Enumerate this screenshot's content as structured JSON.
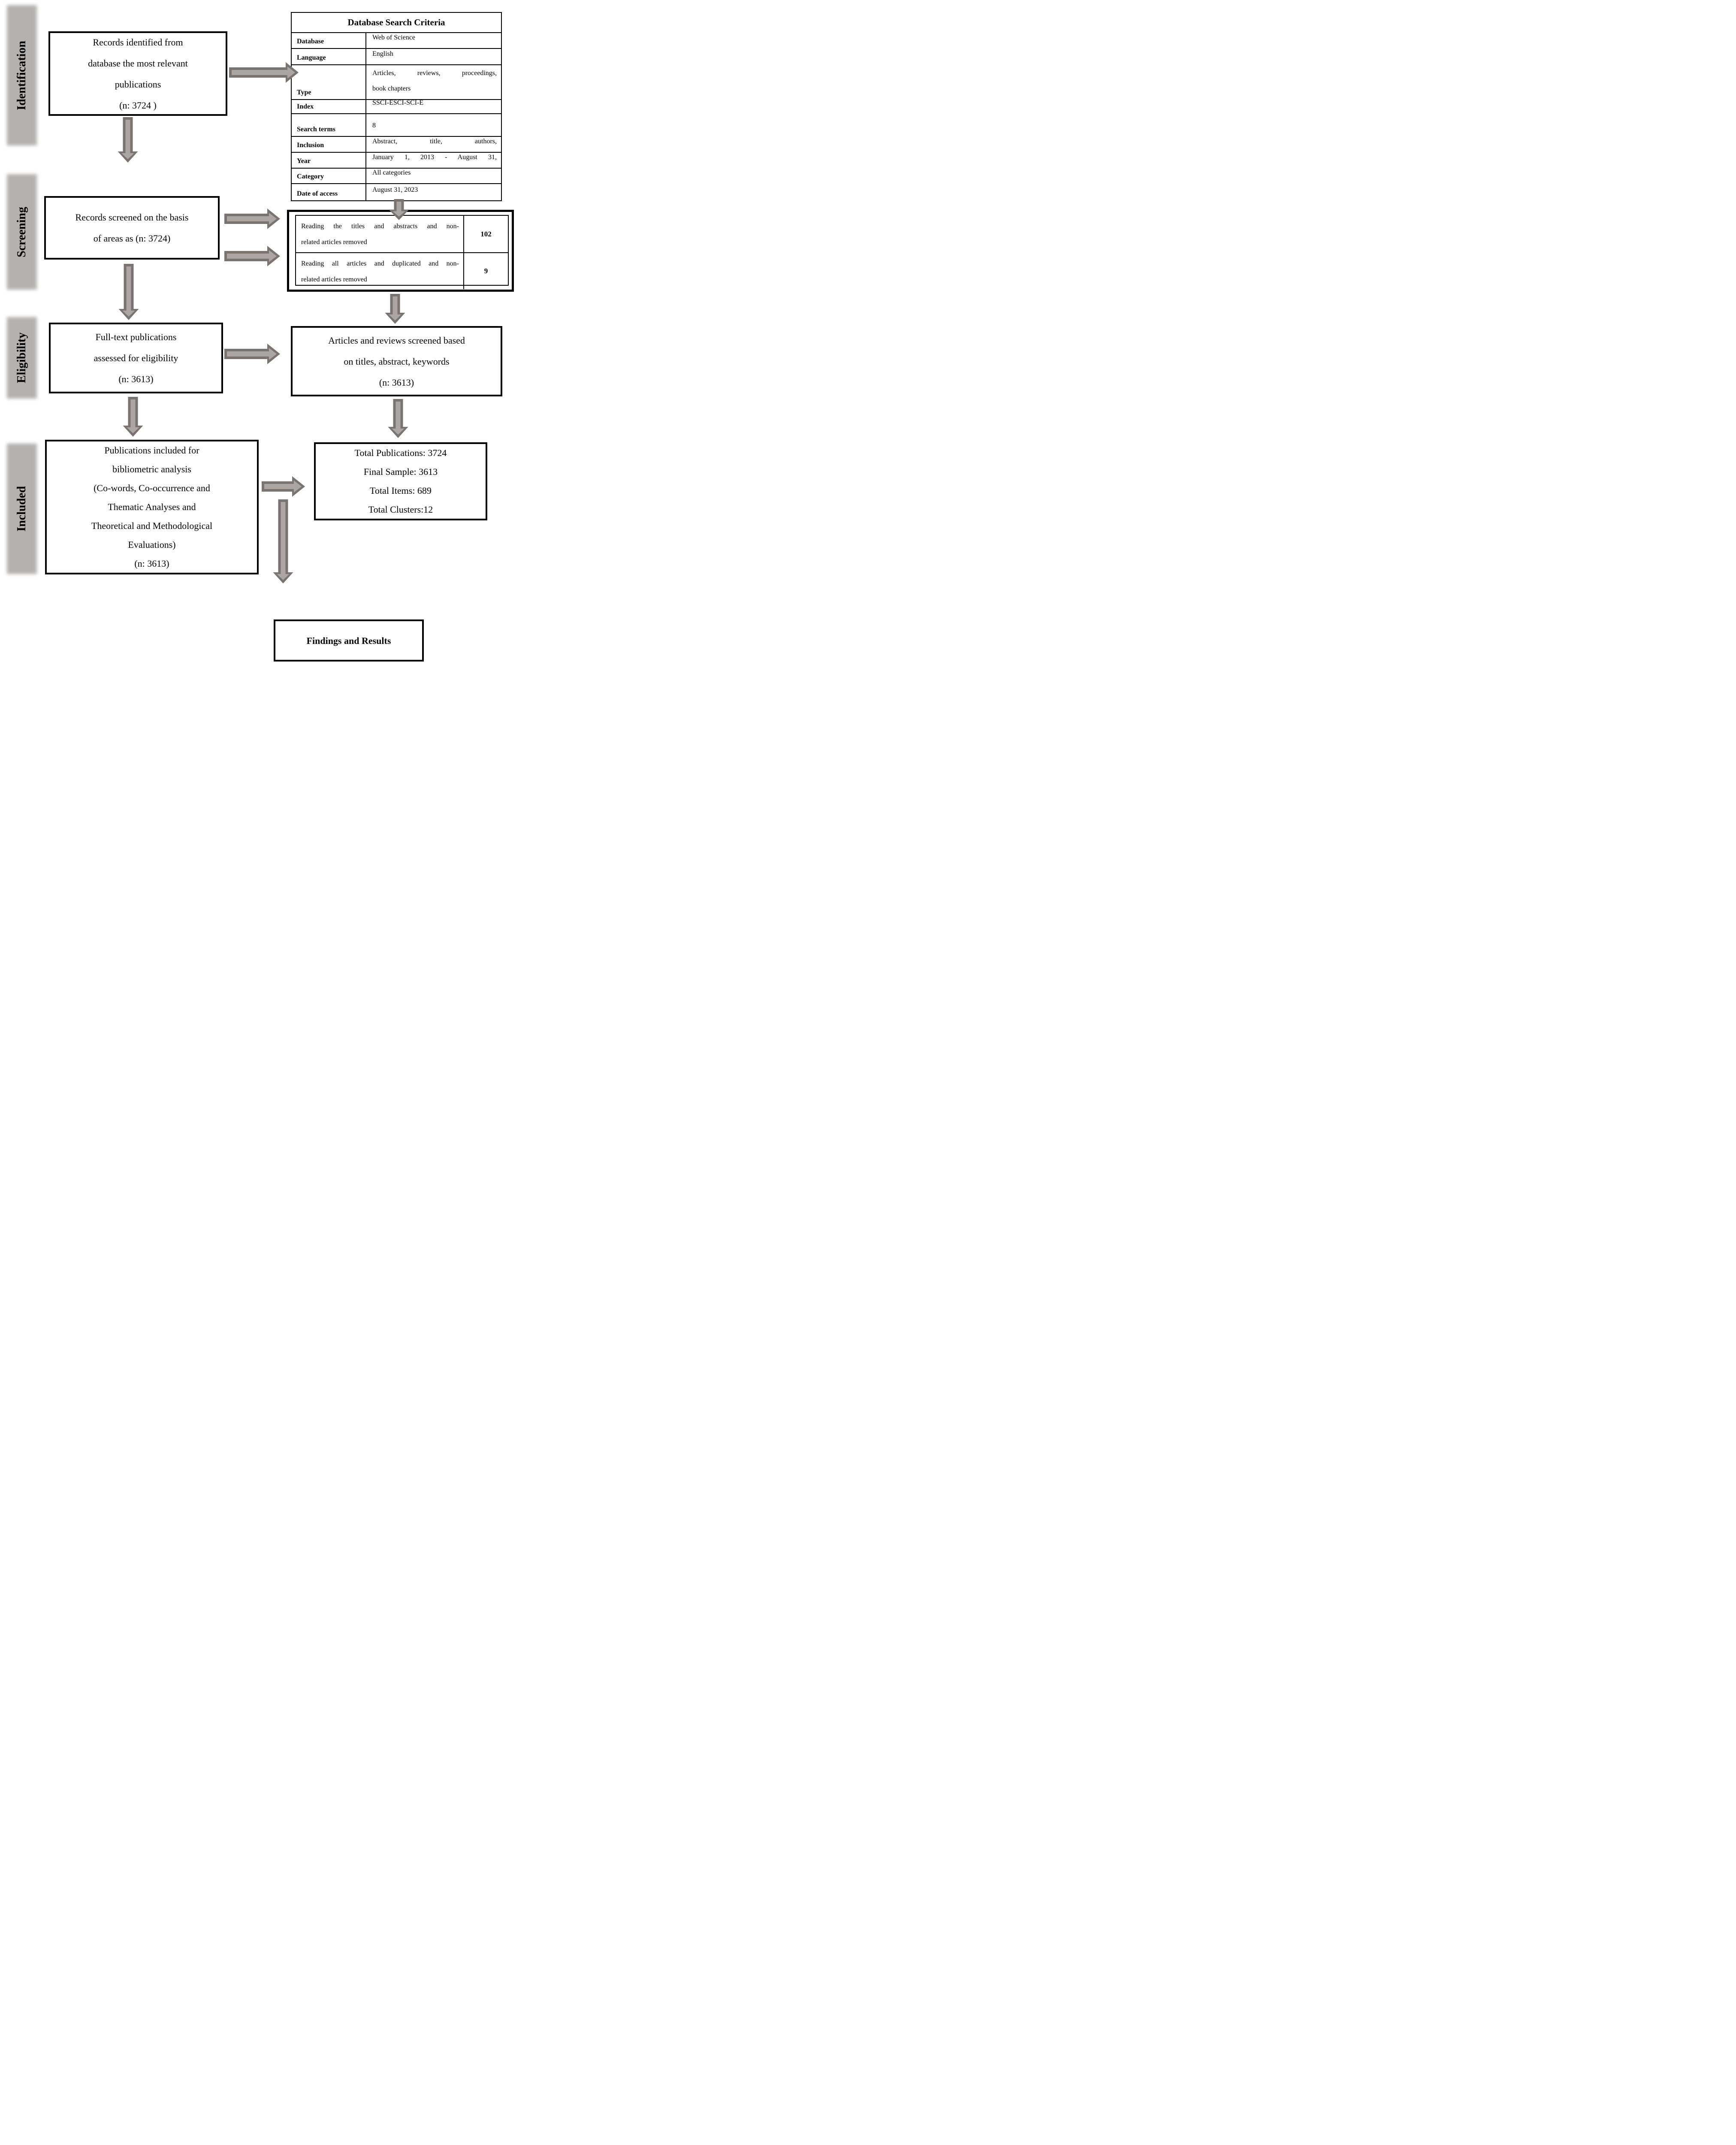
{
  "stages": [
    {
      "label": "Identification"
    },
    {
      "label": "Screening"
    },
    {
      "label": "Eligibility"
    },
    {
      "label": "Included"
    }
  ],
  "boxes": {
    "records_identified": {
      "lines": [
        "Records identified from",
        "database the most relevant",
        "publications",
        "(n: 3724 )"
      ]
    },
    "records_screened": {
      "lines": [
        "Records screened on the basis",
        "of areas as (n: 3724)"
      ]
    },
    "full_text": {
      "lines": [
        "Full-text publications",
        "assessed for eligibility",
        "(n: 3613)"
      ]
    },
    "articles_reviews": {
      "lines": [
        "Articles and reviews screened based",
        "on titles, abstract, keywords",
        "(n: 3613)"
      ]
    },
    "included_publications": {
      "lines": [
        "Publications included for",
        "bibliometric analysis",
        "(Co-words, Co-occurrence and",
        "Thematic Analyses and",
        "Theoretical and Methodological",
        "Evaluations)",
        "(n: 3613)"
      ]
    },
    "totals": {
      "lines": [
        "Total Publications: 3724",
        "Final Sample: 3613",
        "Total Items: 689",
        "Total Clusters:12"
      ]
    },
    "findings": {
      "title": "Findings and Results"
    }
  },
  "criteria_table": {
    "title": "Database Search Criteria",
    "rows": [
      {
        "label": "Database",
        "value": "Web of Science"
      },
      {
        "label": "Language",
        "value": "English"
      },
      {
        "label": "Type",
        "value_line1": "Articles, reviews, proceedings,",
        "value_line2": "book chapters"
      },
      {
        "label": "Index",
        "value": "SSCI-ESCI-SCI-E"
      },
      {
        "label": "Search terms",
        "value": "8"
      },
      {
        "label": "Inclusion",
        "value": "Abstract, title, authors,"
      },
      {
        "label": "Year",
        "value": "January 1, 2013 - August 31,"
      },
      {
        "label": "Category",
        "value": "All categories"
      },
      {
        "label": "Date of access",
        "value": "August 31, 2023"
      }
    ]
  },
  "screening_results_table": {
    "rows": [
      {
        "line1": "Reading the titles and abstracts and non-",
        "line2": "related articles removed",
        "count": "102"
      },
      {
        "line1": "Reading all articles and duplicated and non-",
        "line2": "related articles removed",
        "count": "9"
      }
    ]
  },
  "colors": {
    "bar_gray": "#b5b1ae",
    "arrow_dark": "#7b7370",
    "arrow_light": "#aba6a2",
    "border_black": "#000000"
  }
}
